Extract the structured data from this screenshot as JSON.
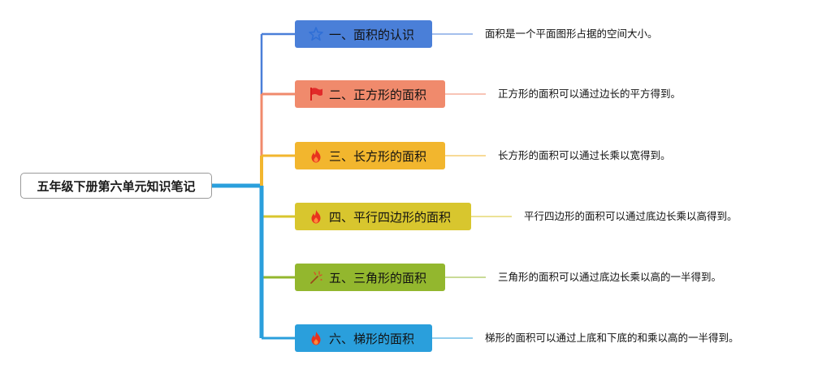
{
  "root": {
    "label": "五年级下册第六单元知识笔记"
  },
  "topics": [
    {
      "label": "一、面积的认识",
      "icon": "star-icon",
      "color": "#4a7fd8",
      "note": "面积是一个平面图形占据的空间大小。"
    },
    {
      "label": "二、正方形的面积",
      "icon": "red-flag-icon",
      "color": "#f08a6c",
      "note": "正方形的面积可以通过边长的平方得到。"
    },
    {
      "label": "三、长方形的面积",
      "icon": "flame-icon",
      "color": "#f2b62e",
      "note": "长方形的面积可以通过长乘以宽得到。"
    },
    {
      "label": "四、平行四边形的面积",
      "icon": "flame-icon",
      "color": "#d8c62e",
      "note": "平行四边形的面积可以通过底边长乘以高得到。"
    },
    {
      "label": "五、三角形的面积",
      "icon": "sparkle-wand-icon",
      "color": "#93b72e",
      "note": "三角形的面积可以通过底边长乘以高的一半得到。"
    },
    {
      "label": "六、梯形的面积",
      "icon": "flame-icon",
      "color": "#2a9fdc",
      "note": "梯形的面积可以通过上底和下底的和乘以高的一半得到。"
    }
  ]
}
